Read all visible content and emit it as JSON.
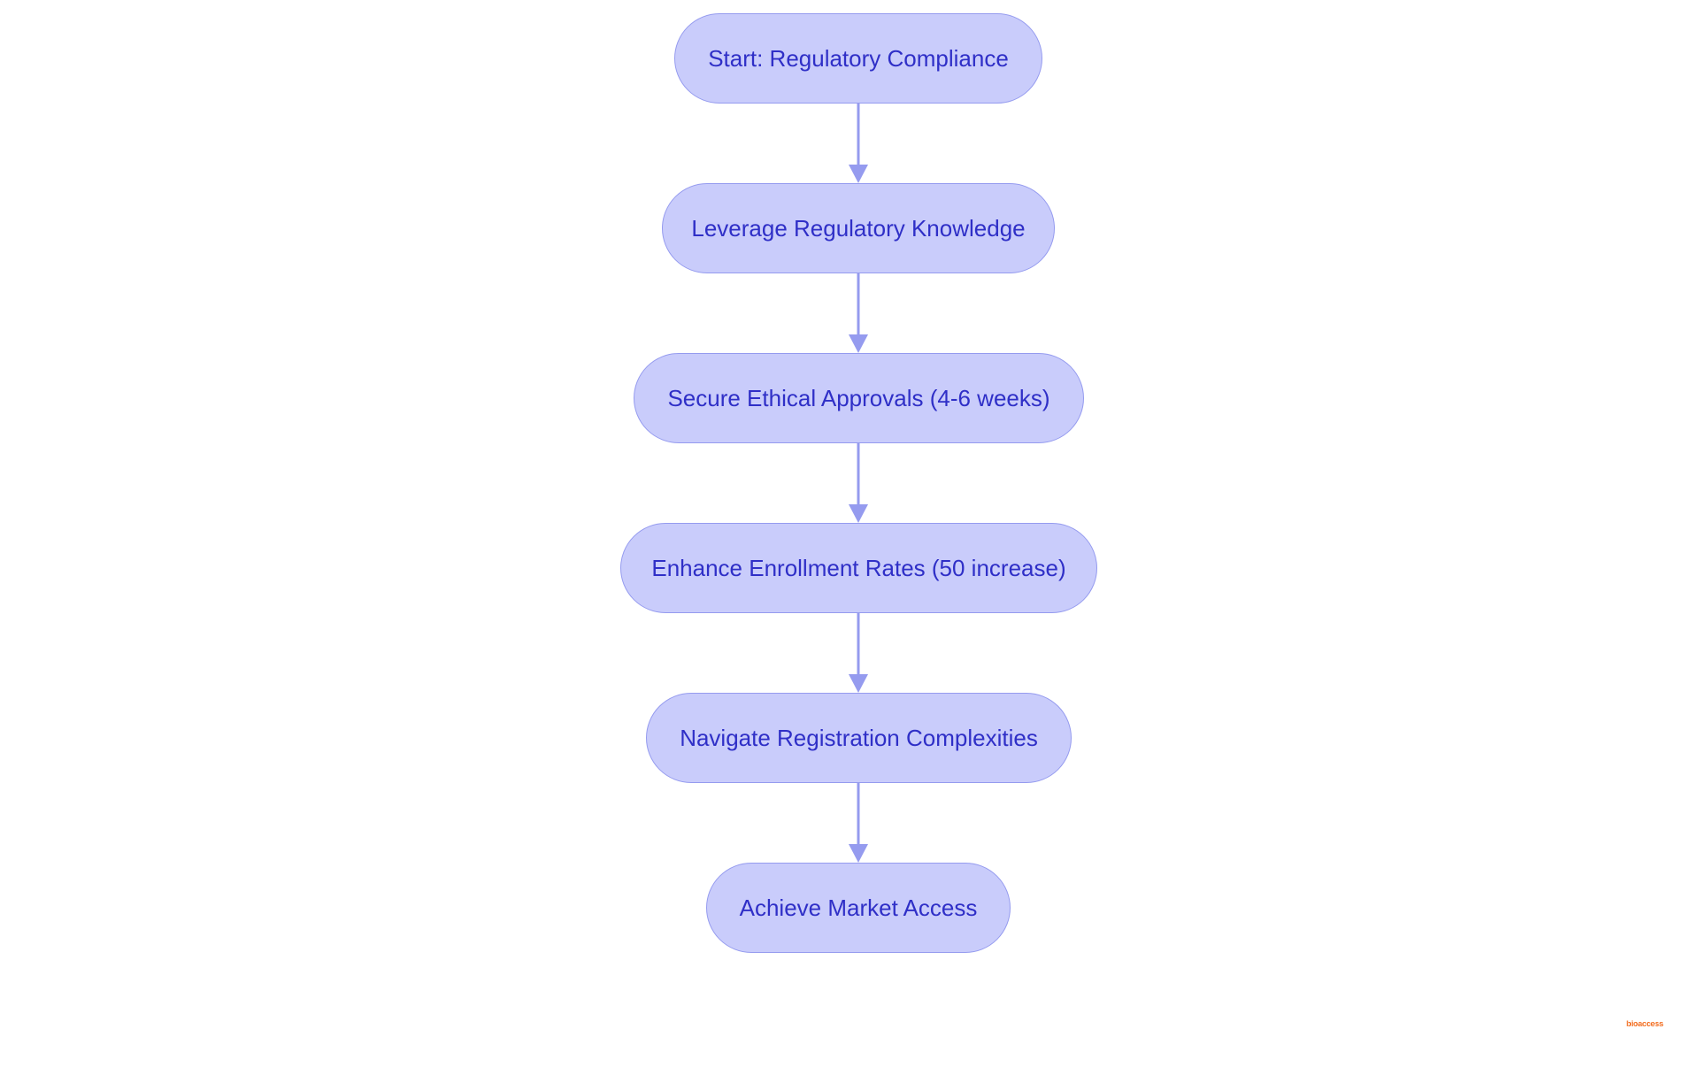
{
  "diagram": {
    "nodes": [
      {
        "id": "start",
        "label": "Start: Regulatory Compliance"
      },
      {
        "id": "leverage",
        "label": "Leverage Regulatory Knowledge"
      },
      {
        "id": "ethical",
        "label": "Secure Ethical Approvals (4-6 weeks)"
      },
      {
        "id": "enrollment",
        "label": "Enhance Enrollment Rates (50 increase)"
      },
      {
        "id": "registration",
        "label": "Navigate Registration Complexities"
      },
      {
        "id": "market",
        "label": "Achieve Market Access"
      }
    ],
    "edges": [
      {
        "from": "start",
        "to": "leverage"
      },
      {
        "from": "leverage",
        "to": "ethical"
      },
      {
        "from": "ethical",
        "to": "enrollment"
      },
      {
        "from": "enrollment",
        "to": "registration"
      },
      {
        "from": "registration",
        "to": "market"
      }
    ],
    "colors": {
      "node_fill": "#c9ccfb",
      "node_border": "#959bef",
      "node_text": "#2f2fc7",
      "edge": "#959bef"
    }
  },
  "watermark": {
    "text": "bioaccess",
    "color": "#f26a1b"
  }
}
